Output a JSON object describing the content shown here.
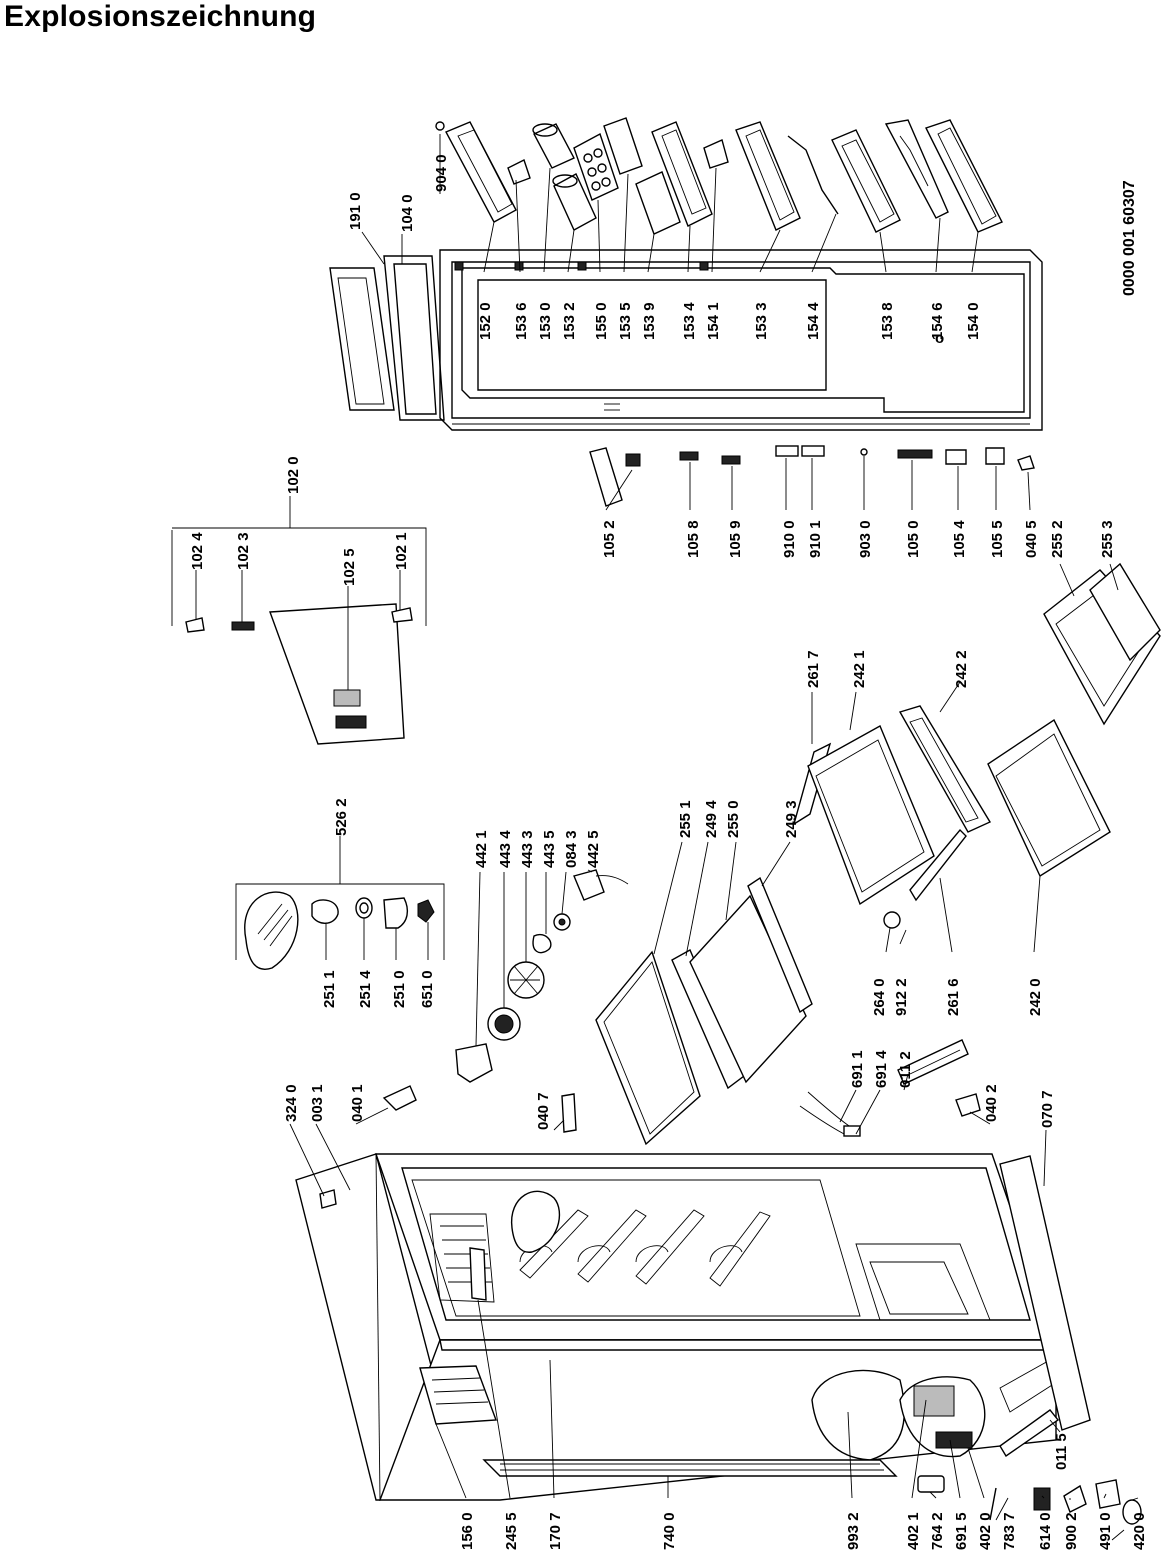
{
  "title": "Explosionszeichnung",
  "document_number": "0000 001 60307",
  "part_labels": [
    "191 0",
    "104 0",
    "904 0",
    "152 0",
    "153 6",
    "153 0",
    "153 2",
    "155 0",
    "153 5",
    "153 9",
    "153 4",
    "154 1",
    "153 3",
    "154 4",
    "153 8",
    "154 6",
    "154 0",
    "102 0",
    "102 4",
    "102 3",
    "102 5",
    "102 1",
    "105 2",
    "105 8",
    "105 9",
    "910 0",
    "910 1",
    "903 0",
    "105 0",
    "105 4",
    "105 5",
    "040 5",
    "255 2",
    "255 3",
    "526 2",
    "251 1",
    "251 4",
    "251 0",
    "651 0",
    "442 1",
    "443 4",
    "443 3",
    "443 5",
    "084 3",
    "442 5",
    "255 1",
    "249 4",
    "255 0",
    "249 3",
    "261 7",
    "242 1",
    "242 2",
    "264 0",
    "912 2",
    "261 6",
    "242 0",
    "324 0",
    "003 1",
    "040 1",
    "040 7",
    "691 1",
    "691 4",
    "011 2",
    "040 2",
    "070 7",
    "156 0",
    "245 5",
    "170 7",
    "740 0",
    "993 2",
    "402 1",
    "764 2",
    "691 5",
    "402 0",
    "783 7",
    "614 0",
    "900 2",
    "491 0",
    "420 0",
    "011 5"
  ],
  "icons": [
    "fridge-cabinet",
    "door-panel",
    "door-shelf",
    "hinge",
    "crisper-drawer",
    "glass-shelf",
    "fan",
    "thermostat",
    "compressor",
    "ice-tray"
  ]
}
